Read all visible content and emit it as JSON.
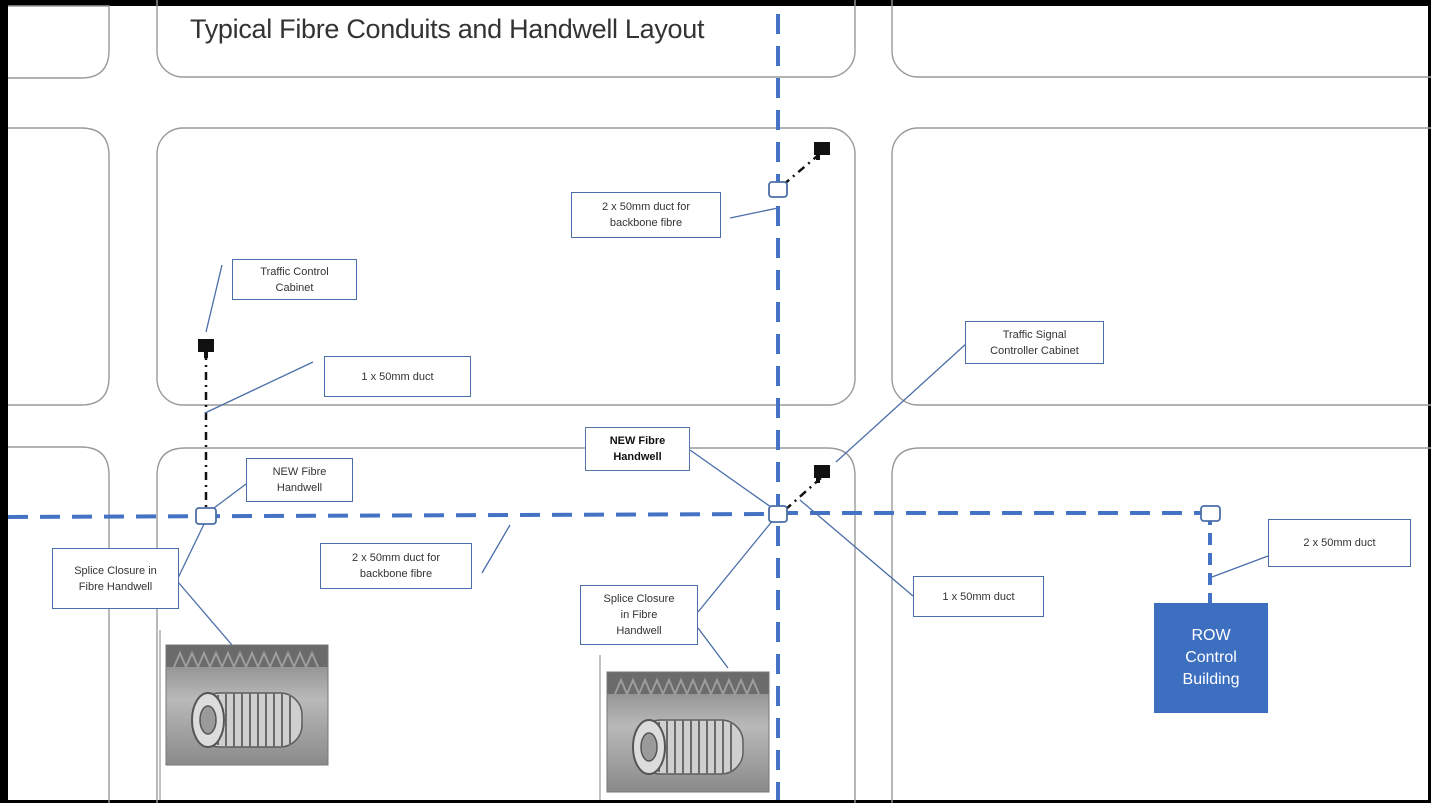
{
  "title": "Typical Fibre Conduits and Handwell Layout",
  "labels": {
    "duct_backbone_top": "2 x 50mm duct for\nbackbone fibre",
    "traffic_control_cabinet": "Traffic Control\nCabinet",
    "duct_1x50_left": "1 x 50mm duct",
    "traffic_signal_controller_cabinet": "Traffic Signal\nController Cabinet",
    "new_fibre_handwell_center": "NEW Fibre\nHandwell",
    "new_fibre_handwell_left": "NEW Fibre\nHandwell",
    "splice_closure_left": "Splice Closure in\nFibre Handwell",
    "duct_backbone_bottom": "2 x 50mm duct for\nbackbone fibre",
    "splice_closure_center": "Splice Closure\nin Fibre\nHandwell",
    "duct_1x50_right": "1 x 50mm duct",
    "duct_2x50_right": "2 x 50mm duct",
    "row_control_building": "ROW\nControl\nBuilding"
  },
  "colors": {
    "conduit_blue": "#4472c4",
    "building_blue": "#3d6fc0",
    "label_border": "#4a6ea8",
    "block_outline": "#9a9a9a"
  },
  "icons": [
    "cabinet-icon",
    "handwell-icon",
    "splice-closure-photo"
  ]
}
